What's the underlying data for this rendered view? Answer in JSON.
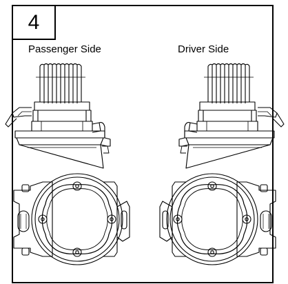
{
  "step": {
    "number": "4"
  },
  "labels": {
    "left": "Passenger Side",
    "right": "Driver Side"
  },
  "colors": {
    "line": "#000000",
    "background": "#ffffff"
  }
}
